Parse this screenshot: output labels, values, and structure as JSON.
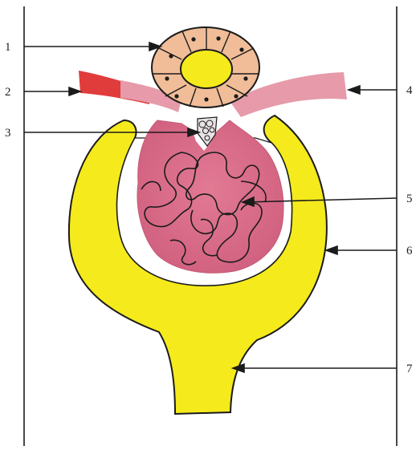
{
  "labels": [
    "1",
    "2",
    "3",
    "4",
    "5",
    "6",
    "7"
  ],
  "colors": {
    "yellow": "#f5ea1c",
    "capillary": "#d9748e",
    "arteriole_red": "#e03c3c",
    "pink_vessel": "#e69aaa",
    "cell_fill": "#f0bd98",
    "line": "#1b1b1b"
  }
}
